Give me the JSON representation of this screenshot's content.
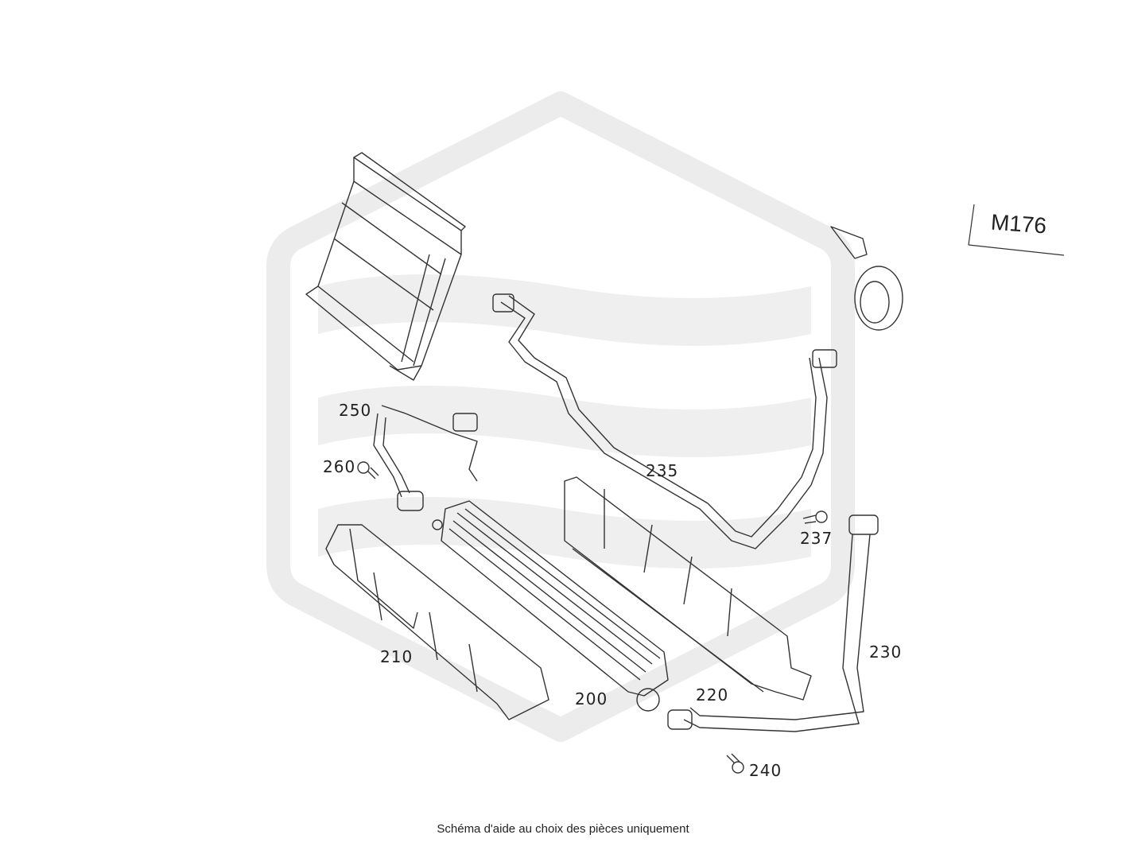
{
  "engine_code": "M176",
  "caption": "Schéma d'aide au choix des pièces uniquement",
  "callouts": {
    "p200": "200",
    "p210": "210",
    "p220": "220",
    "p230": "230",
    "p235": "235",
    "p237": "237",
    "p240": "240",
    "p250": "250",
    "p260": "260"
  },
  "colors": {
    "line": "#333333",
    "watermark": "#ececec"
  }
}
